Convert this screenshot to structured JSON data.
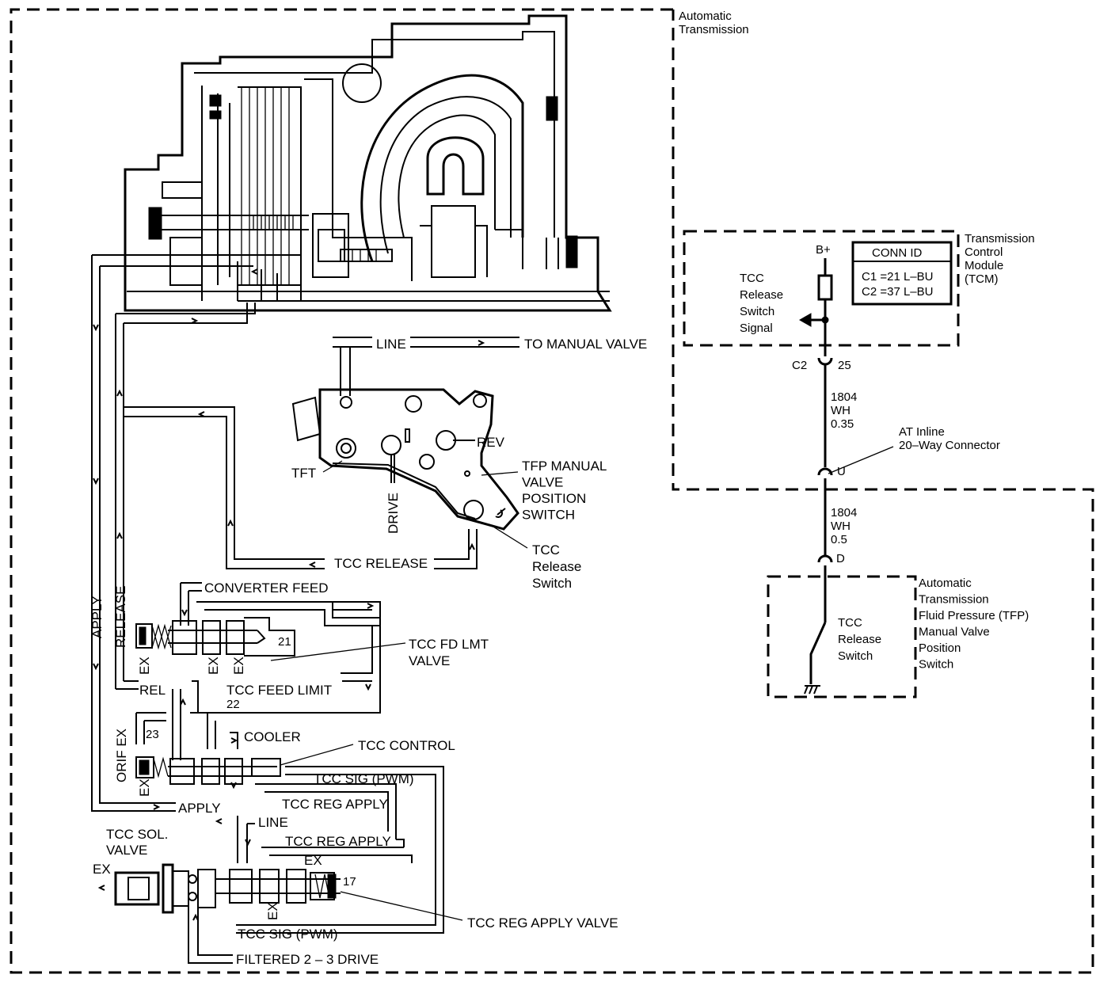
{
  "colors": {
    "ink": "#000000",
    "paper": "#ffffff"
  },
  "boundaries": {
    "automatic_transmission": "Automatic\nTransmission",
    "tcm": "Transmission\nControl\nModule\n(TCM)",
    "tfp_switch": "Automatic\nTransmission\nFluid Pressure (TFP)\nManual Valve\nPosition\nSwitch"
  },
  "electrical": {
    "b_plus": "B+",
    "conn_id_title": "CONN ID",
    "conn_id_c1": "C1 =21 L–BU",
    "conn_id_c2": "C2 =37 L–BU",
    "tcc_release_switch_signal": "TCC\nRelease\nSwitch\nSignal",
    "connector_c2": "C2",
    "pin_25": "25",
    "wire1": "1804\nWH\n0.35",
    "inline_connector": "AT Inline\n20–Way Connector",
    "pin_u": "U",
    "wire2": "1804\nWH\n0.5",
    "pin_d": "D",
    "tcc_release_switch": "TCC\nRelease\nSwitch"
  },
  "hydraulic": {
    "line": "LINE",
    "to_manual_valve": "TO MANUAL VALVE",
    "rev": "REV",
    "tft": "TFT",
    "drive": "DRIVE",
    "tfp_manual_valve_position_switch": "TFP  MANUAL\nVALVE\nPOSITION\nSWITCH",
    "tcc_release_passage": "TCC RELEASE",
    "tcc_release_switch": "TCC\nRelease\nSwitch",
    "apply_vertical": "APPLY",
    "release_vertical": "RELEASE",
    "converter_feed": "CONVERTER FEED",
    "num_21": "21",
    "tcc_fd_lmt_valve": "TCC FD LMT\nVALVE",
    "ex": "EX",
    "rel": "REL",
    "tcc_feed_limit": "TCC FEED LIMIT",
    "num_22": "22",
    "orif_ex": "ORIF EX",
    "num_23": "23",
    "cooler": "COOLER",
    "tcc_control": "TCC CONTROL",
    "tcc_sig_pwm": "TCC SIG (PWM)",
    "apply": "APPLY",
    "tcc_reg_apply": "TCC REG APPLY",
    "tcc_sol_valve": "TCC SOL.\nVALVE",
    "num_17": "17",
    "tcc_reg_apply_valve": "TCC REG APPLY VALVE",
    "filtered_2_3_drive": "FILTERED 2 – 3 DRIVE"
  }
}
